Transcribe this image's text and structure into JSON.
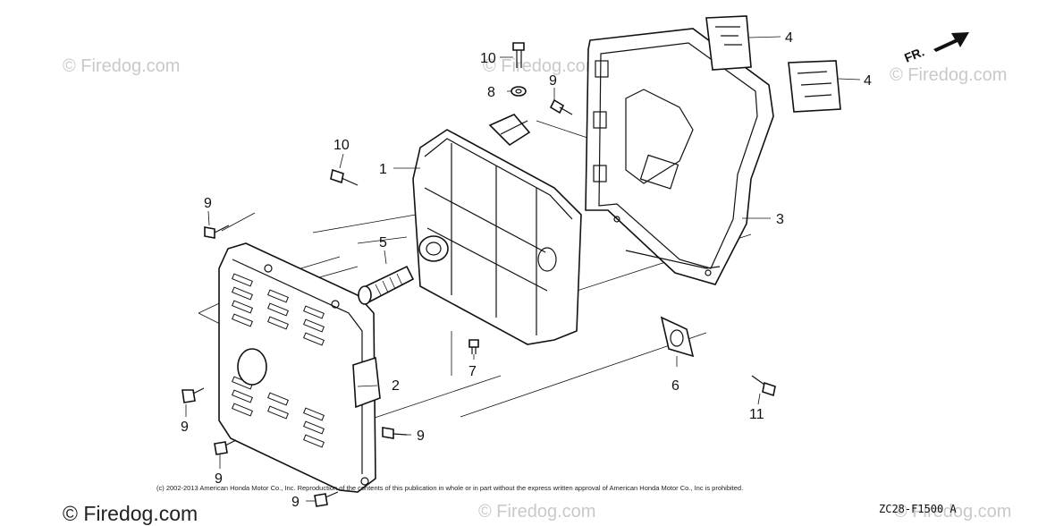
{
  "watermarks": [
    "© Firedog.com",
    "© Firedog.com",
    "© Firedog.com",
    "© Firedog.com",
    "© Firedog.com"
  ],
  "copyright": "(c) 2002-2013 American Honda Motor Co., Inc. Reproduction of the contents of this publication in whole or in part without the express written approval of American Honda Motor Co., Inc is prohibited.",
  "diagram_code": "ZC28-F1500 A",
  "direction_label": "FR.",
  "callouts": {
    "part1": "1",
    "part2": "2",
    "part3": "3",
    "part4_top": "4",
    "part4_bottom": "4",
    "part5": "5",
    "part6": "6",
    "part7": "7",
    "part8": "8",
    "part9_upper_center": "9",
    "part9_left_top": "9",
    "part9_left_mid": "9",
    "part9_left_low": "9",
    "part9_bottom_center": "9",
    "part9_bottom": "9",
    "part10_top": "10",
    "part10_mid": "10",
    "part11": "11"
  }
}
